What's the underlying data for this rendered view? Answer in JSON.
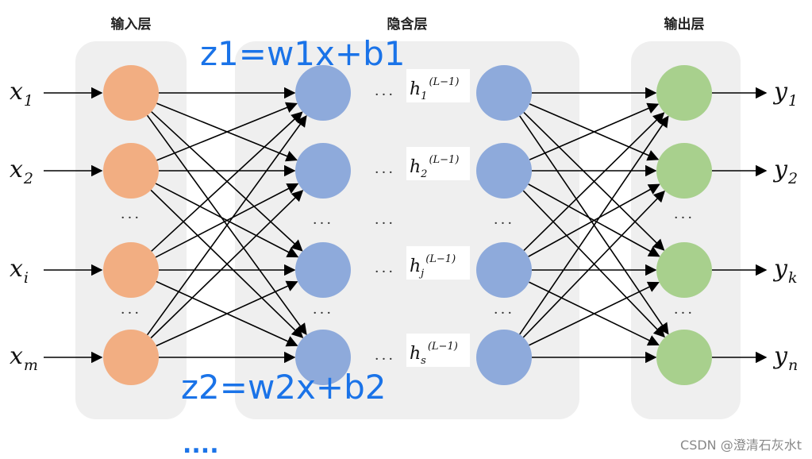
{
  "layers": {
    "input": "输入层",
    "hidden": "隐含层",
    "output": "输出层"
  },
  "inputs": [
    {
      "base": "x",
      "sub": "1"
    },
    {
      "base": "x",
      "sub": "2"
    },
    {
      "base": "x",
      "sub": "i"
    },
    {
      "base": "x",
      "sub": "m"
    }
  ],
  "outputs": [
    {
      "base": "y",
      "sub": "1"
    },
    {
      "base": "y",
      "sub": "2"
    },
    {
      "base": "y",
      "sub": "k"
    },
    {
      "base": "y",
      "sub": "n"
    }
  ],
  "hidden_labels": [
    {
      "base": "h",
      "sub": "1",
      "sup": "(L−1)"
    },
    {
      "base": "h",
      "sub": "2",
      "sup": "(L−1)"
    },
    {
      "base": "h",
      "sub": "j",
      "sup": "(L−1)"
    },
    {
      "base": "h",
      "sub": "s",
      "sup": "(L−1)"
    }
  ],
  "ellipsis": "···",
  "formulas": {
    "z1": "z1=w1x+b1",
    "z2": "z2=w2x+b2",
    "more": "...."
  },
  "watermark": "CSDN @澄清石灰水t",
  "colors": {
    "input_node": "#f2ae82",
    "hidden_node": "#8eaadb",
    "output_node": "#a8d08d",
    "panel": "#efefef",
    "formula": "#1a73e8"
  }
}
